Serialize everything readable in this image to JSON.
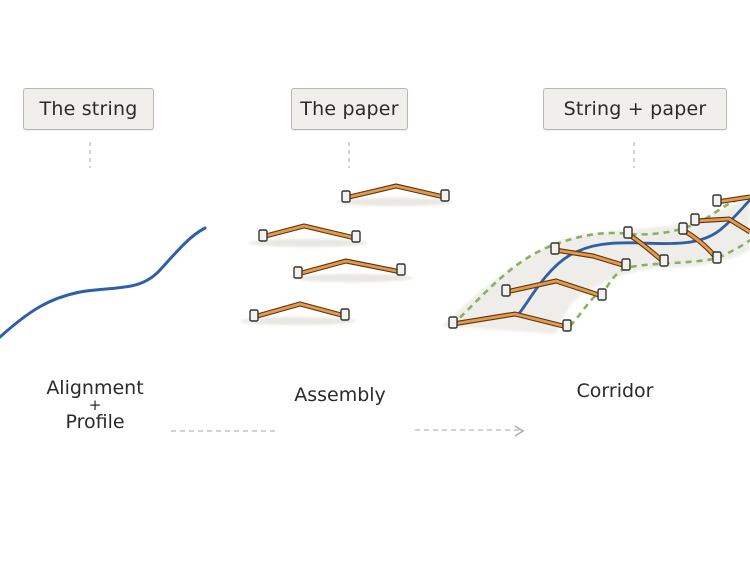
{
  "headers": {
    "string": "The string",
    "paper": "The paper",
    "combined": "String + paper"
  },
  "captions": {
    "alignment": "Alignment",
    "plus": "+",
    "profile": "Profile",
    "assembly": "Assembly",
    "corridor": "Corridor"
  },
  "colors": {
    "string_blue": "#2f5fa6",
    "assembly_orange": "#e49a4a",
    "assembly_outline": "#5a3515",
    "corridor_boundary_green": "#8ab061",
    "connector_gray": "#c4c4c4",
    "header_fill": "#f1efec"
  }
}
